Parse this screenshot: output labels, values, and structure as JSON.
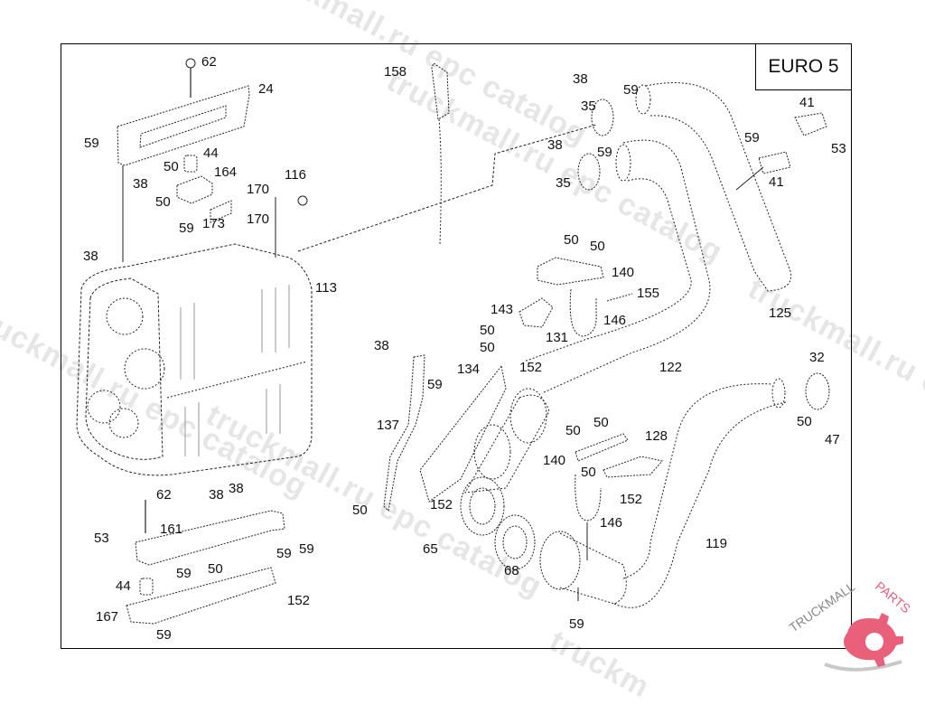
{
  "diagram": {
    "title_box": "EURO 5",
    "watermark_text": [
      "truckmall.ru epc catalog",
      "truckmall.ru epc catalog",
      "truckmall.ru epc catalog",
      "truckmall.ru epc catalog"
    ],
    "logo": {
      "text_dark": "TRUCKMALL",
      "text_accent": "PARTS",
      "accent_color": "#e8607a",
      "dark_color": "#888888"
    },
    "part_labels": [
      {
        "id": "p62a",
        "text": "62"
      },
      {
        "id": "p24",
        "text": "24"
      },
      {
        "id": "p59a",
        "text": "59"
      },
      {
        "id": "p44a",
        "text": "44"
      },
      {
        "id": "p50a",
        "text": "50"
      },
      {
        "id": "p164",
        "text": "164"
      },
      {
        "id": "p38a",
        "text": "38"
      },
      {
        "id": "p116",
        "text": "116"
      },
      {
        "id": "p50b",
        "text": "50"
      },
      {
        "id": "p170a",
        "text": "170"
      },
      {
        "id": "p173",
        "text": "173"
      },
      {
        "id": "p170b",
        "text": "170"
      },
      {
        "id": "p59b",
        "text": "59"
      },
      {
        "id": "p38b",
        "text": "38"
      },
      {
        "id": "p113",
        "text": "113"
      },
      {
        "id": "p158",
        "text": "158"
      },
      {
        "id": "p38c",
        "text": "38"
      },
      {
        "id": "p59c",
        "text": "59"
      },
      {
        "id": "p35a",
        "text": "35"
      },
      {
        "id": "p38d",
        "text": "38"
      },
      {
        "id": "p59d",
        "text": "59"
      },
      {
        "id": "p35b",
        "text": "35"
      },
      {
        "id": "p41a",
        "text": "41"
      },
      {
        "id": "p59e",
        "text": "59"
      },
      {
        "id": "p53a",
        "text": "53"
      },
      {
        "id": "p41b",
        "text": "41"
      },
      {
        "id": "p50c",
        "text": "50"
      },
      {
        "id": "p50d",
        "text": "50"
      },
      {
        "id": "p140a",
        "text": "140"
      },
      {
        "id": "p155",
        "text": "155"
      },
      {
        "id": "p143",
        "text": "143"
      },
      {
        "id": "p146a",
        "text": "146"
      },
      {
        "id": "p125",
        "text": "125"
      },
      {
        "id": "p50e",
        "text": "50"
      },
      {
        "id": "p131",
        "text": "131"
      },
      {
        "id": "p50f",
        "text": "50"
      },
      {
        "id": "p152a",
        "text": "152"
      },
      {
        "id": "p38e",
        "text": "38"
      },
      {
        "id": "p134",
        "text": "134"
      },
      {
        "id": "p59f",
        "text": "59"
      },
      {
        "id": "p122",
        "text": "122"
      },
      {
        "id": "p32",
        "text": "32"
      },
      {
        "id": "p137",
        "text": "137"
      },
      {
        "id": "p50g",
        "text": "50"
      },
      {
        "id": "p47",
        "text": "47"
      },
      {
        "id": "p50h",
        "text": "50"
      },
      {
        "id": "p50i",
        "text": "50"
      },
      {
        "id": "p128",
        "text": "128"
      },
      {
        "id": "p140b",
        "text": "140"
      },
      {
        "id": "p50j",
        "text": "50"
      },
      {
        "id": "p152b",
        "text": "152"
      },
      {
        "id": "p50k",
        "text": "50"
      },
      {
        "id": "p152c",
        "text": "152"
      },
      {
        "id": "p146b",
        "text": "146"
      },
      {
        "id": "p65",
        "text": "65"
      },
      {
        "id": "p119",
        "text": "119"
      },
      {
        "id": "p68",
        "text": "68"
      },
      {
        "id": "p59g",
        "text": "59"
      },
      {
        "id": "p62b",
        "text": "62"
      },
      {
        "id": "p38f",
        "text": "38"
      },
      {
        "id": "p38g",
        "text": "38"
      },
      {
        "id": "p53b",
        "text": "53"
      },
      {
        "id": "p161",
        "text": "161"
      },
      {
        "id": "p59h",
        "text": "59"
      },
      {
        "id": "p59i",
        "text": "59"
      },
      {
        "id": "p44b",
        "text": "44"
      },
      {
        "id": "p59j",
        "text": "59"
      },
      {
        "id": "p50l",
        "text": "50"
      },
      {
        "id": "p152d",
        "text": "152"
      },
      {
        "id": "p167",
        "text": "167"
      },
      {
        "id": "p59k",
        "text": "59"
      }
    ]
  }
}
